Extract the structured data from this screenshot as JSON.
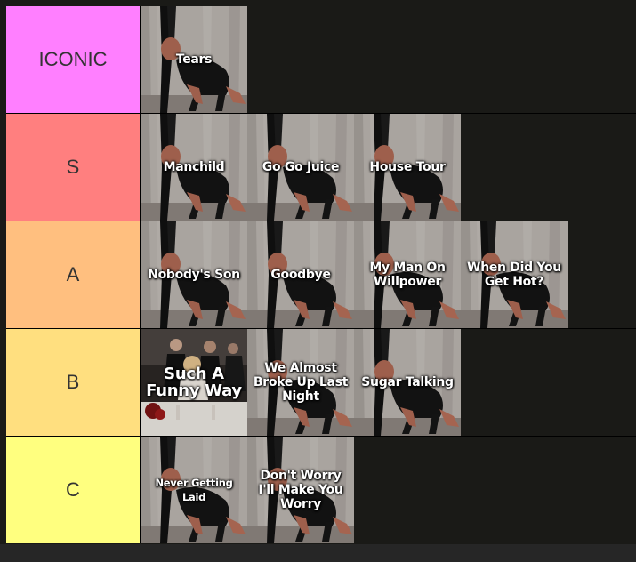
{
  "tiers": [
    {
      "label": "ICONIC",
      "color": "#ff7fff",
      "items": [
        {
          "caption": "Tears",
          "style": "normal",
          "art": "figure"
        }
      ]
    },
    {
      "label": "S",
      "color": "#ff7f7f",
      "items": [
        {
          "caption": "Manchild",
          "style": "normal",
          "art": "figure"
        },
        {
          "caption": "Go Go Juice",
          "style": "normal",
          "art": "figure"
        },
        {
          "caption": "House Tour",
          "style": "normal",
          "art": "figure"
        }
      ]
    },
    {
      "label": "A",
      "color": "#ffbf7f",
      "items": [
        {
          "caption": "Nobody's Son",
          "style": "normal",
          "art": "figure"
        },
        {
          "caption": "Goodbye",
          "style": "normal",
          "art": "figure"
        },
        {
          "caption": "My Man On Willpower",
          "style": "normal",
          "art": "figure"
        },
        {
          "caption": "When Did You Get Hot?",
          "style": "normal",
          "art": "figure"
        }
      ]
    },
    {
      "label": "B",
      "color": "#ffdf7f",
      "items": [
        {
          "caption": "Such A Funny Way",
          "style": "big",
          "art": "party"
        },
        {
          "caption": "We Almost Broke Up Last Night",
          "style": "normal",
          "art": "figure"
        },
        {
          "caption": "Sugar Talking",
          "style": "normal",
          "art": "figure"
        }
      ]
    },
    {
      "label": "C",
      "color": "#ffff7f",
      "items": [
        {
          "caption": "Never Getting Laid",
          "style": "small",
          "art": "figure"
        },
        {
          "caption": "Don't Worry I'll Make You Worry",
          "style": "normal",
          "art": "figure"
        }
      ]
    }
  ]
}
